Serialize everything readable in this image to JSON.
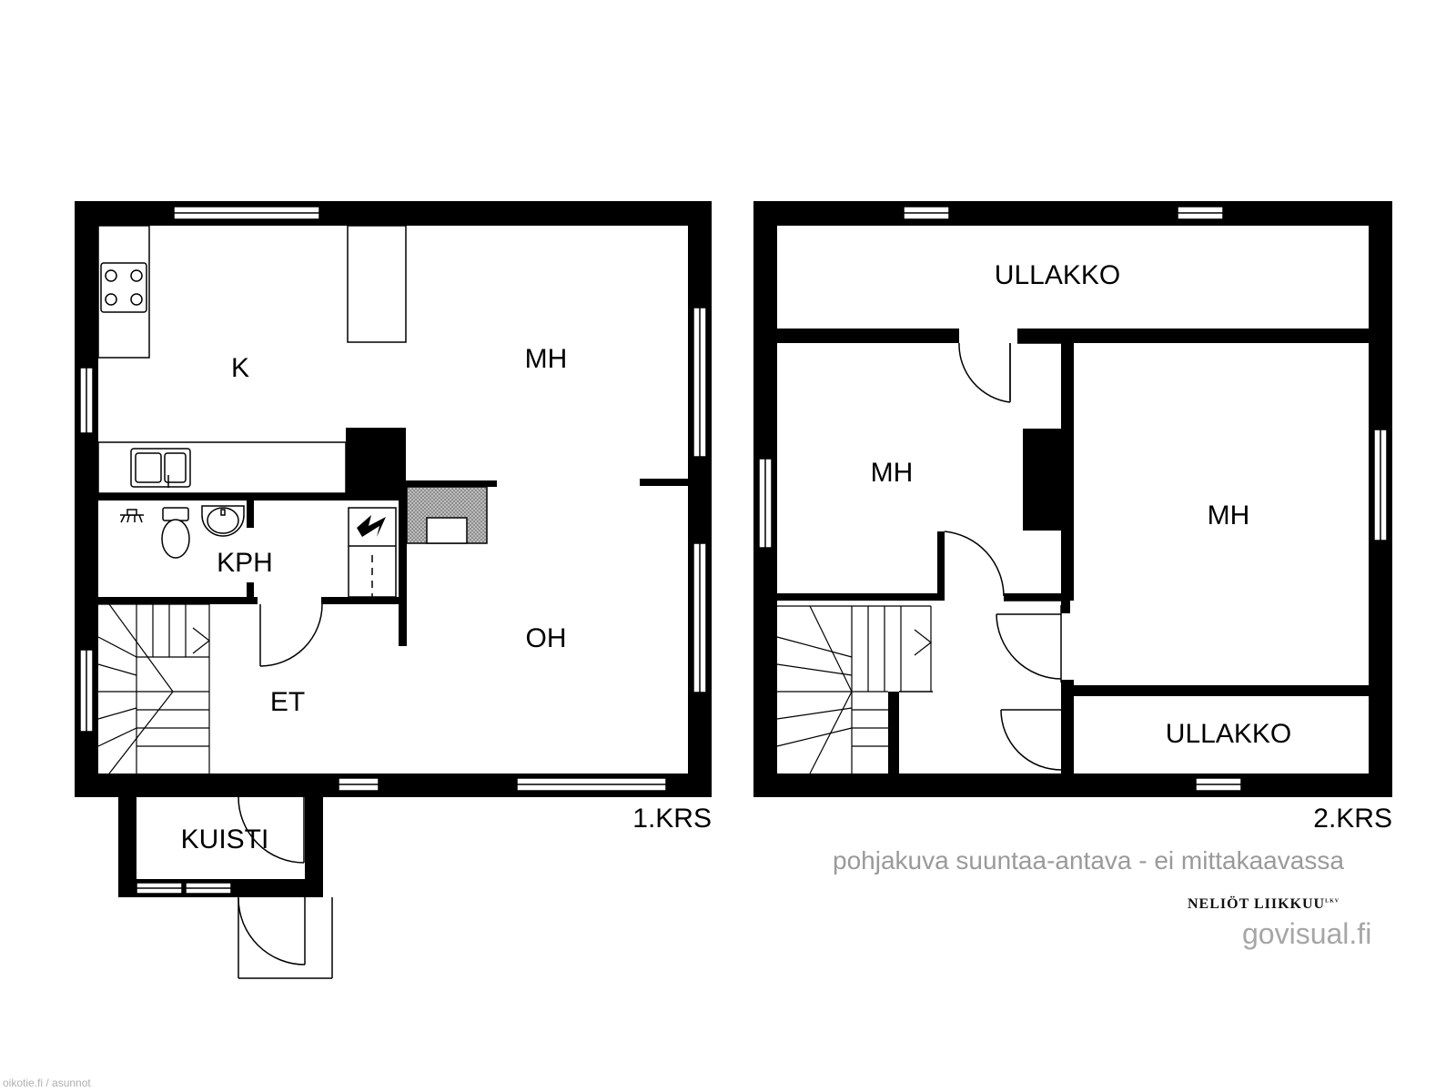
{
  "floor1": {
    "label": "1.KRS",
    "rooms": {
      "kitchen": "K",
      "living": "MH",
      "bathroom": "KPH",
      "hall": "OH",
      "entry": "ET",
      "porch": "KUISTI"
    }
  },
  "floor2": {
    "label": "2.KRS",
    "rooms": {
      "attic_top": "ULLAKKO",
      "bedroom_left": "MH",
      "bedroom_right": "MH",
      "attic_bottom": "ULLAKKO"
    }
  },
  "disclaimer": "pohjakuva suuntaa-antava - ei mittakaavassa",
  "agency": "NELIÖT LIIKKUU",
  "agency_mark": "LKV",
  "brand": "govisual.fi",
  "source": "oikotie.fi / asunnot"
}
